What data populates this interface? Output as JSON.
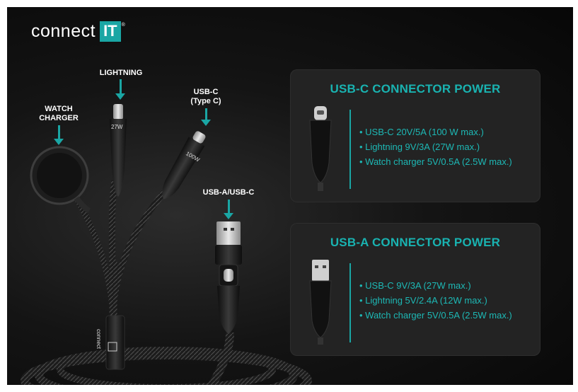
{
  "brand": {
    "word": "connect",
    "box": "IT",
    "reg": "®"
  },
  "callouts": {
    "lightning": "LIGHTNING",
    "usbc_line1": "USB-C",
    "usbc_line2": "(Type C)",
    "watch_line1": "WATCH",
    "watch_line2": "CHARGER",
    "usba": "USB-A/USB-C"
  },
  "connector_labels": {
    "lightning": "27W",
    "usbc": "100W",
    "cable_brand": "connect"
  },
  "panels": [
    {
      "title": "USB-C CONNECTOR POWER",
      "items": [
        "• USB-C 20V/5A (100 W max.)",
        "• Lightning 9V/3A (27W max.)",
        "• Watch charger 5V/0.5A (2.5W max.)"
      ]
    },
    {
      "title": "USB-A CONNECTOR POWER",
      "items": [
        "• USB-C 9V/3A (27W max.)",
        "• Lightning 5V/2.4A (12W max.)",
        "• Watch charger 5V/0.5A (2.5W max.)"
      ]
    }
  ],
  "colors": {
    "accent": "#1aa6a4",
    "text_accent": "#1db8b5",
    "panel_bg": "#232323",
    "background": "#0d0d0d"
  }
}
